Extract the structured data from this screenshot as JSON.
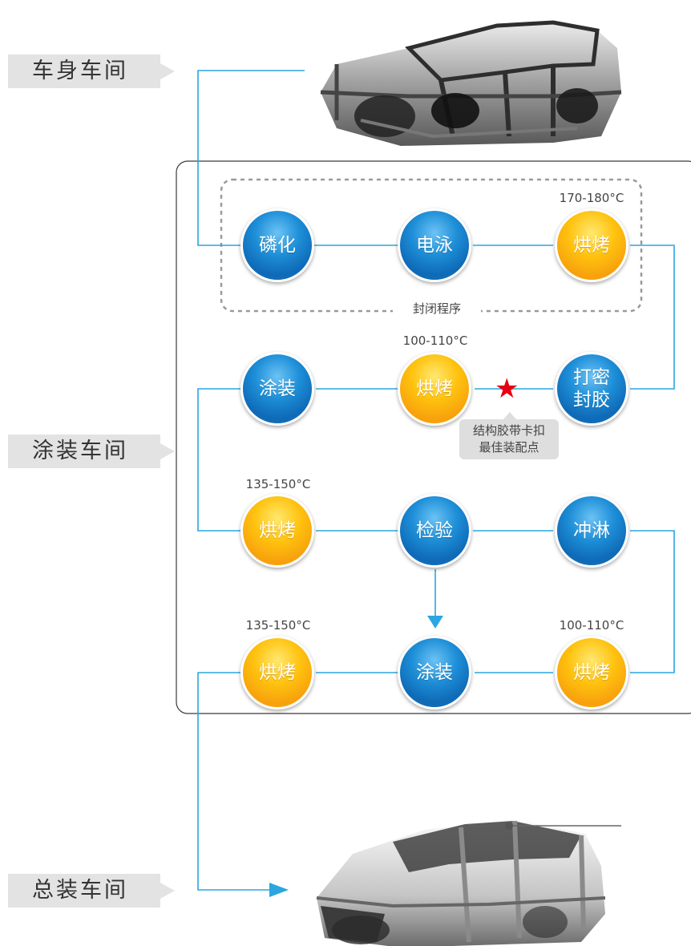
{
  "workshops": {
    "body": "车身车间",
    "paint": "涂装车间",
    "assembly": "总装车间"
  },
  "enclosed_process_label": "封闭程序",
  "callout": "结构胶带卡扣最佳装配点",
  "nodes": {
    "phosphating": "磷化",
    "electrocoat": "电泳",
    "bake1": "烘烤",
    "seal": "打密封胶",
    "bake2": "烘烤",
    "coat1": "涂装",
    "bake3": "烘烤",
    "inspect": "检验",
    "rinse": "冲淋",
    "bake4": "烘烤",
    "coat2": "涂装",
    "bake5": "烘烤"
  },
  "temps": {
    "bake1": "170-180°C",
    "bake2": "100-110°C",
    "bake3": "135-150°C",
    "bake4": "135-150°C",
    "bake5": "100-110°C"
  },
  "colors": {
    "line": "#2aa6e0",
    "node_blue": "#1b84cf",
    "node_orange": "#f9b312",
    "star": "#e60012",
    "tag_bg": "#e3e3e3"
  },
  "icons": {
    "star": "★"
  }
}
